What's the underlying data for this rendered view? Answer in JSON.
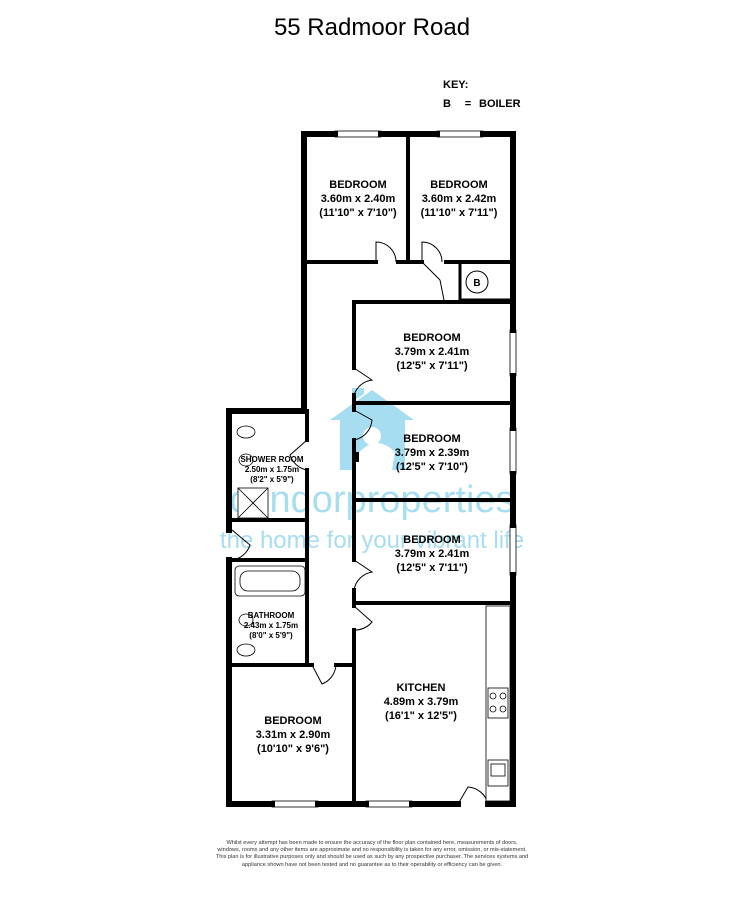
{
  "header": {
    "title": "55 Radmoor Road"
  },
  "key": {
    "title": "KEY:",
    "entries": [
      {
        "symbol": "B",
        "equals": "=",
        "meaning": "BOILER"
      }
    ]
  },
  "rooms": {
    "bedroom_top_left": {
      "name": "BEDROOM",
      "metric": "3.60m x 2.40m",
      "imperial": "(11'10\" x 7'10\")"
    },
    "bedroom_top_right": {
      "name": "BEDROOM",
      "metric": "3.60m x 2.42m",
      "imperial": "(11'10\" x 7'11\")"
    },
    "bedroom_right_1": {
      "name": "BEDROOM",
      "metric": "3.79m x 2.41m",
      "imperial": "(12'5\" x 7'11\")"
    },
    "bedroom_right_2": {
      "name": "BEDROOM",
      "metric": "3.79m x 2.39m",
      "imperial": "(12'5\" x 7'10\")"
    },
    "bedroom_right_3": {
      "name": "BEDROOM",
      "metric": "3.79m x 2.41m",
      "imperial": "(12'5\" x 7'11\")"
    },
    "shower_room": {
      "name": "SHOWER ROOM",
      "metric": "2.50m x 1.75m",
      "imperial": "(8'2\" x 5'9\")"
    },
    "bathroom": {
      "name": "BATHROOM",
      "metric": "2.43m x 1.75m",
      "imperial": "(8'0\" x 5'9\")"
    },
    "kitchen": {
      "name": "KITCHEN",
      "metric": "4.89m x 3.79m",
      "imperial": "(16'1\" x 12'5\")"
    },
    "bedroom_bottom_left": {
      "name": "BEDROOM",
      "metric": "3.31m x 2.90m",
      "imperial": "(10'10\" x 9'6\")"
    }
  },
  "boiler_symbol": "B",
  "watermark": {
    "brand": "condorproperties",
    "tagline": "the home for your vibrant life",
    "color": "#5fc2e6"
  },
  "disclaimer": "Whilst every attempt has been made to ensure the accuracy of the floor plan contained here, measurements of doors, windows, rooms and any other items are approximate and no responsibility is taken for any error, omission, or mis-statement. This plan is for illustrative purposes only and should be used as such by any prospective purchaser. The services systems and appliance shown have not been tested and no guarantee as to their operability or efficiency can be given."
}
